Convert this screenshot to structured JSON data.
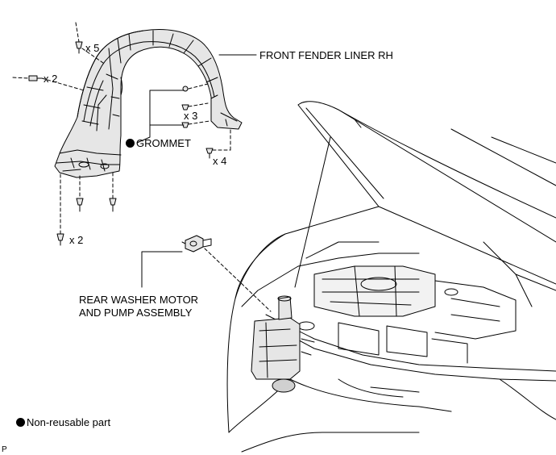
{
  "labels": {
    "fender_liner": "FRONT FENDER LINER RH",
    "grommet": "GROMMET",
    "qty_top": "x 5",
    "qty_left": "x 2",
    "qty_mid": "x 3",
    "qty_right": "x 4",
    "qty_bottom": "x 2",
    "washer_line1": "REAR WASHER MOTOR",
    "washer_line2": "AND PUMP ASSEMBLY",
    "legend": "Non-reusable part",
    "corner_code": "P"
  },
  "colors": {
    "line": "#000000",
    "background": "#ffffff",
    "part_fill": "#e6e6e6"
  },
  "icons": {
    "non_reusable_marker": "filled-circle"
  }
}
